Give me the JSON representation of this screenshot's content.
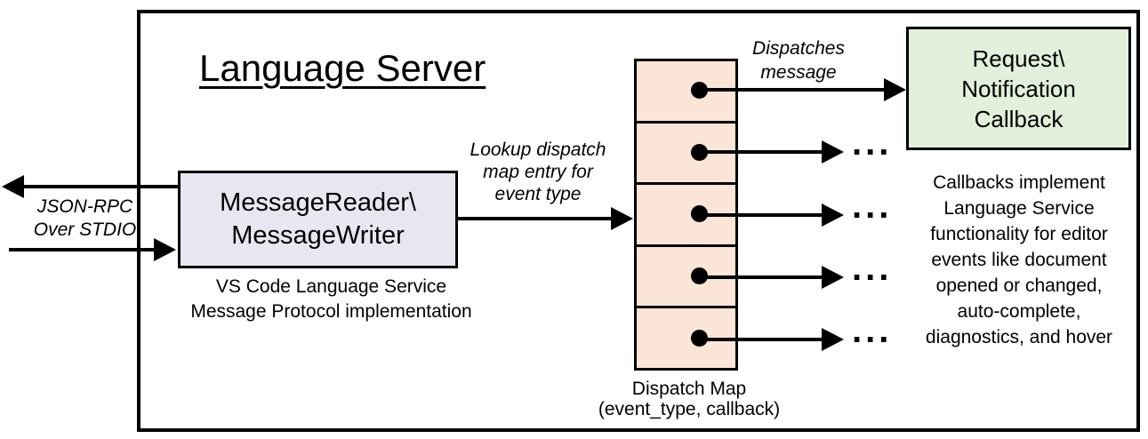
{
  "title": "Language Server",
  "stdio": {
    "label": "JSON-RPC\nOver STDIO"
  },
  "reader": {
    "title": "MessageReader\\\nMessageWriter",
    "caption": "VS Code Language Service\nMessage Protocol implementation"
  },
  "lookup": {
    "label": "Lookup dispatch\nmap entry for\nevent type"
  },
  "dispatch_map": {
    "caption": "Dispatch Map\n(event_type, callback)",
    "cell_count": 5,
    "entry_icon": "pointer-dot"
  },
  "dispatches": {
    "label": "Dispatches\nmessage"
  },
  "callback": {
    "title": "Request\\\nNotification\nCallback"
  },
  "note": "Callbacks implement\nLanguage Service\nfunctionality for editor\nevents like document\nopened or changed,\nauto-complete,\ndiagnostics, and hover",
  "ellipsis": "...",
  "colors": {
    "map_fill": "#FBE5D6",
    "reader_fill": "#E8E7F1",
    "callback_fill": "#E2EFDA",
    "line": "#000000"
  }
}
